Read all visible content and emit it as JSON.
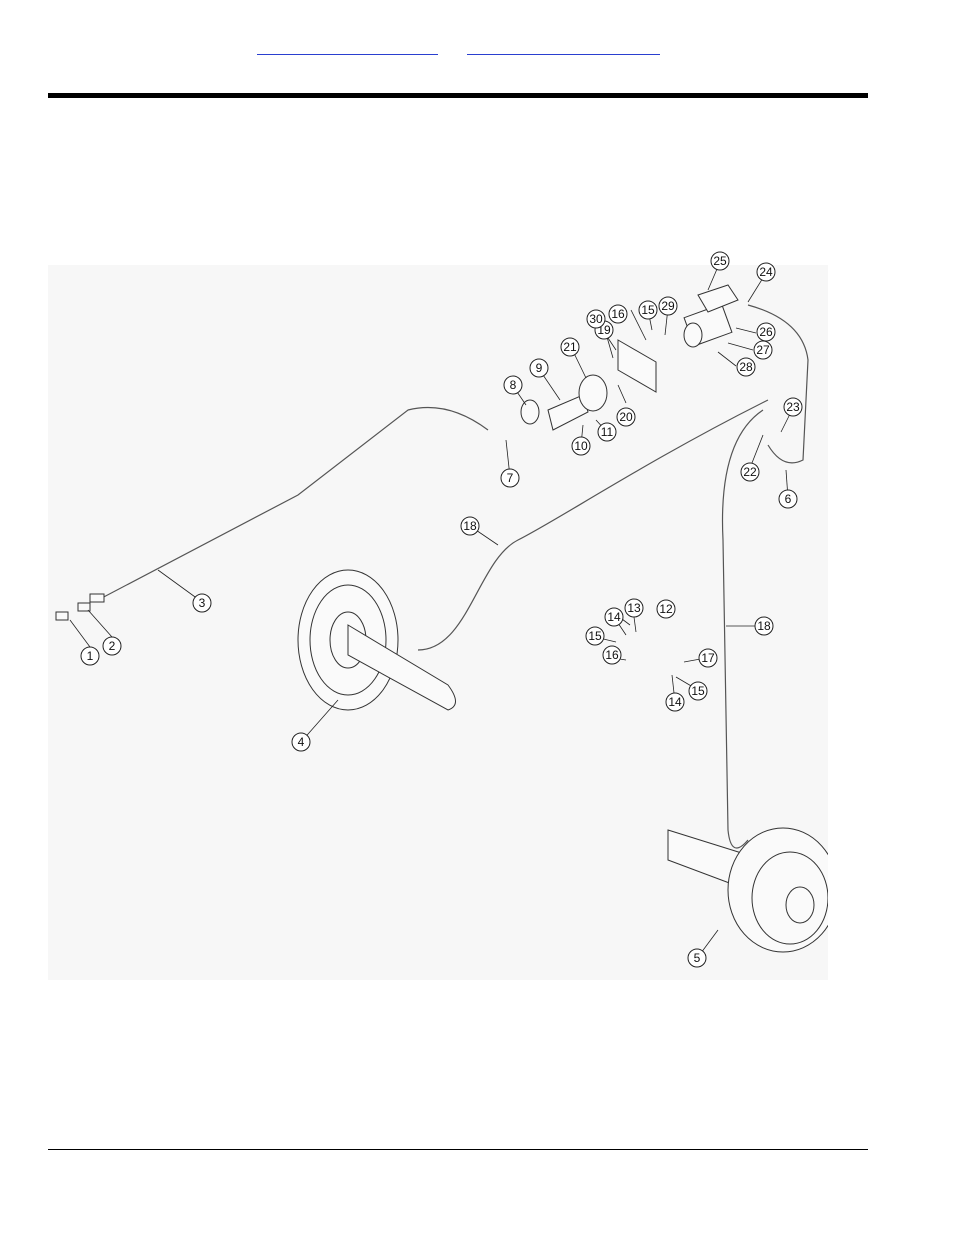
{
  "header": {
    "links": [
      "",
      ""
    ]
  },
  "diagram": {
    "callouts": [
      "1",
      "2",
      "3",
      "4",
      "5",
      "6",
      "7",
      "8",
      "9",
      "10",
      "11",
      "12",
      "13",
      "14",
      "14",
      "15",
      "15",
      "15",
      "16",
      "16",
      "17",
      "18",
      "18",
      "19",
      "20",
      "21",
      "22",
      "23",
      "24",
      "25",
      "26",
      "27",
      "28",
      "29",
      "30"
    ]
  }
}
